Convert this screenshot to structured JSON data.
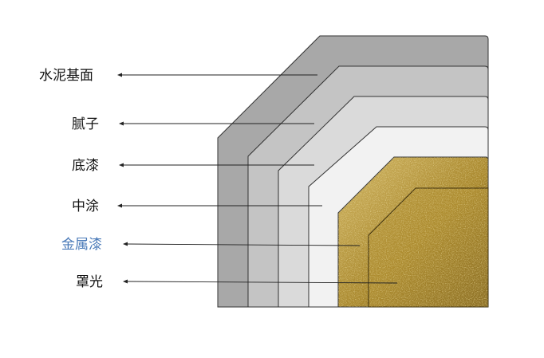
{
  "layers": [
    {
      "label": "水泥基面",
      "fill": "#a8a8a8",
      "label_color": "#111111"
    },
    {
      "label": "腻子",
      "fill": "#c4c4c4",
      "label_color": "#111111"
    },
    {
      "label": "底漆",
      "fill": "#dadada",
      "label_color": "#111111"
    },
    {
      "label": "中涂",
      "fill": "#f2f2f2",
      "label_color": "#111111"
    },
    {
      "label": "金属漆",
      "fill": "#a8872c",
      "label_color": "#4a7ab8"
    },
    {
      "label": "罩光",
      "fill": "#b08f33",
      "label_color": "#111111"
    }
  ],
  "colors": {
    "outline": "#333333",
    "metallic_light": "#d2b766",
    "metallic_dark": "#5e4612"
  }
}
